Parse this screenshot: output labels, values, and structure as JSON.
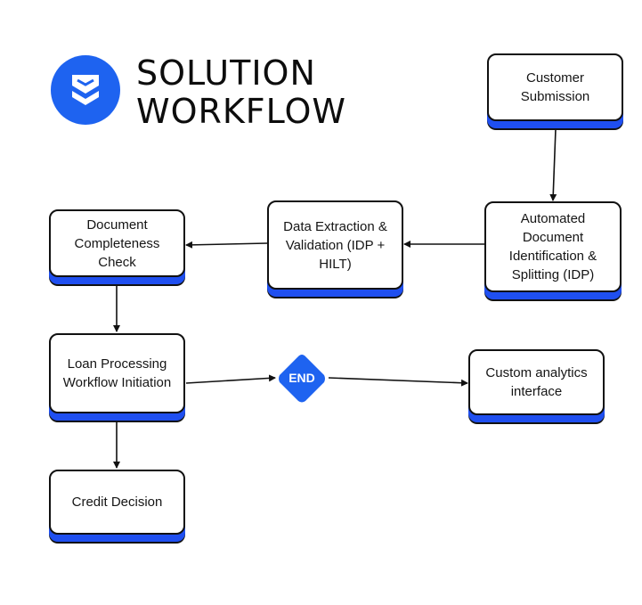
{
  "title": {
    "line1": "SOLUTION",
    "line2": "WORKFLOW"
  },
  "logo": {
    "icon": "box-layers-icon",
    "color": "#1e63f0"
  },
  "colors": {
    "accent": "#1f4ff0",
    "border": "#111111"
  },
  "nodes": {
    "customer_submission": "Customer Submission",
    "auto_identification": "Automated Document Identification & Splitting (IDP)",
    "data_extraction": "Data Extraction & Validation (IDP + HILT)",
    "document_completeness": "Document Completeness Check",
    "loan_processing": "Loan Processing Workflow Initiation",
    "end": "END",
    "custom_analytics": "Custom analytics interface",
    "credit_decision": "Credit Decision"
  },
  "edges": [
    {
      "from": "Customer Submission",
      "to": "Automated Document Identification & Splitting (IDP)"
    },
    {
      "from": "Automated Document Identification & Splitting (IDP)",
      "to": "Data Extraction & Validation (IDP + HILT)"
    },
    {
      "from": "Data Extraction & Validation (IDP + HILT)",
      "to": "Document Completeness Check"
    },
    {
      "from": "Document Completeness Check",
      "to": "Loan Processing Workflow Initiation"
    },
    {
      "from": "Loan Processing Workflow Initiation",
      "to": "END"
    },
    {
      "from": "END",
      "to": "Custom analytics interface"
    },
    {
      "from": "Loan Processing Workflow Initiation",
      "to": "Credit Decision"
    }
  ]
}
